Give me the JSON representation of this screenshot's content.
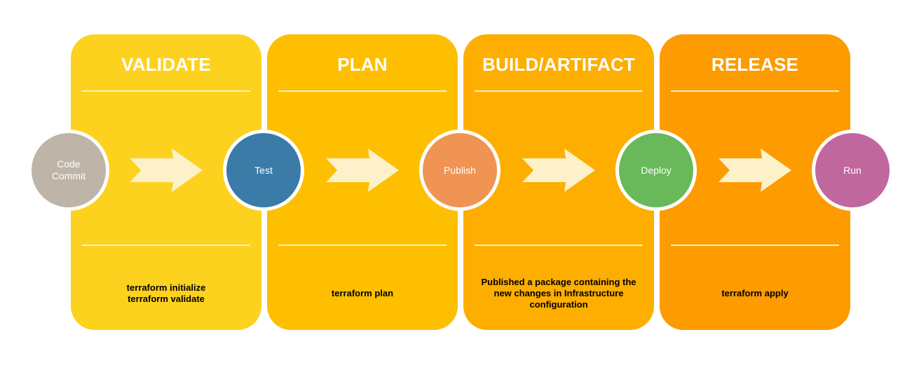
{
  "stages": [
    {
      "title": "VALIDATE",
      "description": "terraform initialize\nterraform validate",
      "color": "#fdd21f"
    },
    {
      "title": "PLAN",
      "description": "terraform plan",
      "color": "#fdbf00"
    },
    {
      "title": "BUILD/ARTIFACT",
      "description": "Published a package containing the\nnew changes in Infrastructure\nconfiguration",
      "color": "#fdae00"
    },
    {
      "title": "RELEASE",
      "description": "terraform apply",
      "color": "#fd9b00"
    }
  ],
  "nodes": [
    {
      "label": "Code\nCommit",
      "color": "#bfb4a8"
    },
    {
      "label": "Test",
      "color": "#3a7ba8"
    },
    {
      "label": "Publish",
      "color": "#ef9452"
    },
    {
      "label": "Deploy",
      "color": "#69b95a"
    },
    {
      "label": "Run",
      "color": "#c0679e"
    }
  ],
  "colors": {
    "arrow": "#fdf1c9",
    "divider": "#fff3cf"
  }
}
